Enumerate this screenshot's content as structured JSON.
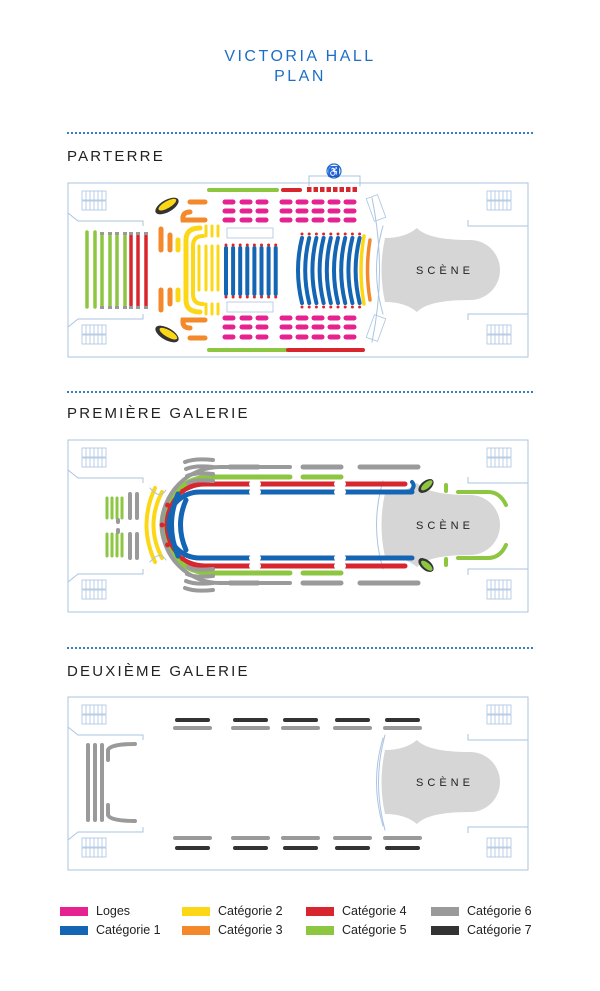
{
  "title_line1": "VICTORIA HALL",
  "title_line2": "PLAN",
  "sections": [
    {
      "label": "PARTERRE",
      "stage": "SCÈNE"
    },
    {
      "label": "PREMIÈRE GALERIE",
      "stage": "SCÈNE"
    },
    {
      "label": "DEUXIÈME GALERIE",
      "stage": "SCÈNE"
    }
  ],
  "accessibility_icon": "wheelchair-icon",
  "colors": {
    "loges": "#e5228f",
    "cat1": "#1565b5",
    "cat2": "#fcd716",
    "cat3": "#f3892a",
    "cat4": "#d8262f",
    "cat5": "#8dc641",
    "cat6": "#9a9a9a",
    "cat7": "#333333",
    "outline": "#a9c4e2",
    "stage": "#d6d6d6"
  },
  "legend": [
    {
      "label": "Loges",
      "key": "loges"
    },
    {
      "label": "Catégorie 1",
      "key": "cat1"
    },
    {
      "label": "Catégorie 2",
      "key": "cat2"
    },
    {
      "label": "Catégorie 3",
      "key": "cat3"
    },
    {
      "label": "Catégorie 4",
      "key": "cat4"
    },
    {
      "label": "Catégorie 5",
      "key": "cat5"
    },
    {
      "label": "Catégorie 6",
      "key": "cat6"
    },
    {
      "label": "Catégorie 7",
      "key": "cat7"
    }
  ]
}
